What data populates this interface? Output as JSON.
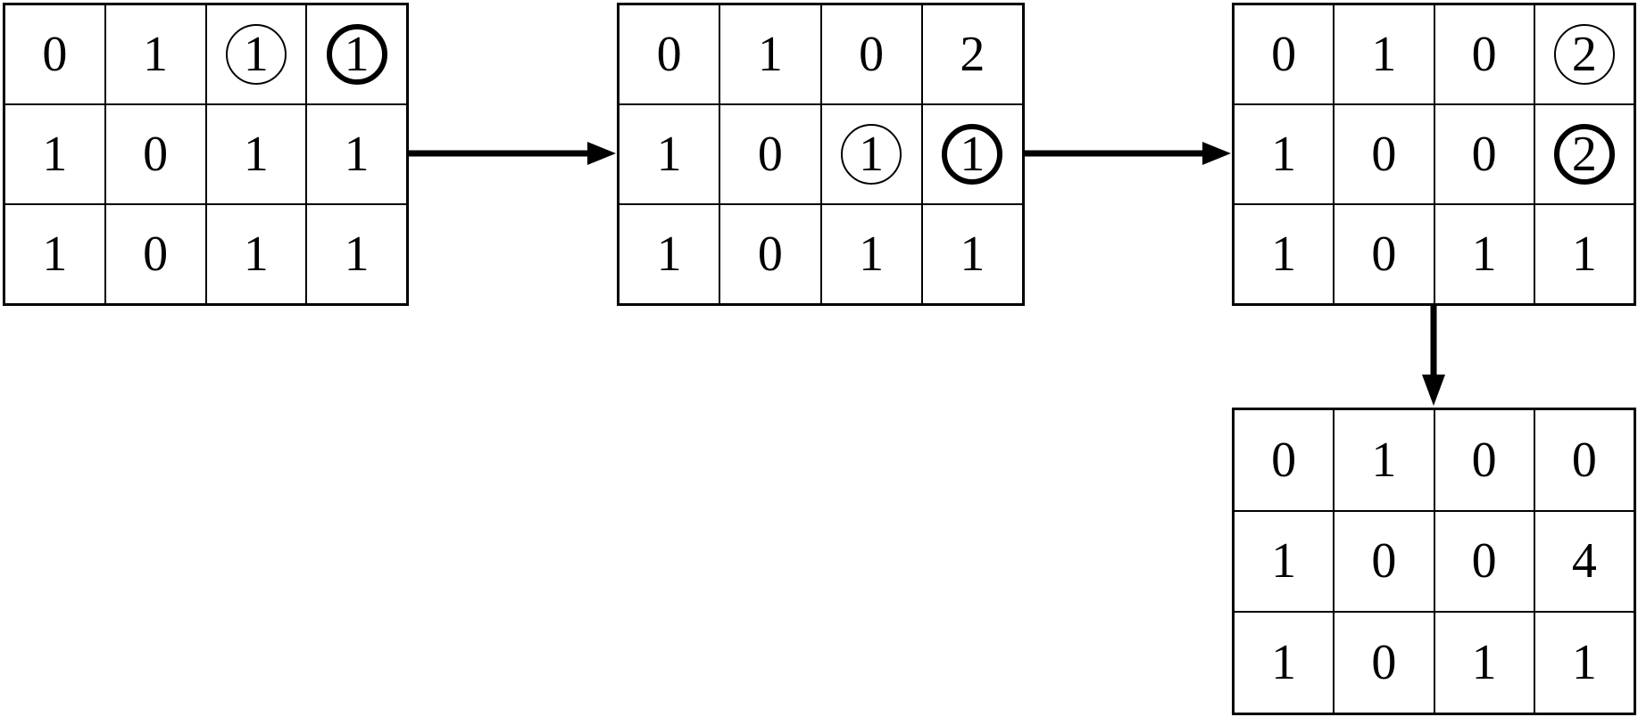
{
  "figure": {
    "description": "Four 4x3 integer matrices showing successive merge steps; circled cells mark the pair being merged (thin circle = source, bold circle = destination).",
    "colors": {
      "background": "#ffffff",
      "line": "#000000",
      "text": "#000000"
    },
    "grids": [
      {
        "name": "matrix-step-1",
        "rows": 3,
        "cols": 4,
        "cells": [
          {
            "v": "0",
            "mark": "plain"
          },
          {
            "v": "1",
            "mark": "plain"
          },
          {
            "v": "1",
            "mark": "circle"
          },
          {
            "v": "1",
            "mark": "circle-bold"
          },
          {
            "v": "1",
            "mark": "plain"
          },
          {
            "v": "0",
            "mark": "plain"
          },
          {
            "v": "1",
            "mark": "plain"
          },
          {
            "v": "1",
            "mark": "plain"
          },
          {
            "v": "1",
            "mark": "plain"
          },
          {
            "v": "0",
            "mark": "plain"
          },
          {
            "v": "1",
            "mark": "plain"
          },
          {
            "v": "1",
            "mark": "plain"
          }
        ]
      },
      {
        "name": "matrix-step-2",
        "rows": 3,
        "cols": 4,
        "cells": [
          {
            "v": "0",
            "mark": "plain"
          },
          {
            "v": "1",
            "mark": "plain"
          },
          {
            "v": "0",
            "mark": "plain"
          },
          {
            "v": "2",
            "mark": "plain"
          },
          {
            "v": "1",
            "mark": "plain"
          },
          {
            "v": "0",
            "mark": "plain"
          },
          {
            "v": "1",
            "mark": "circle"
          },
          {
            "v": "1",
            "mark": "circle-bold"
          },
          {
            "v": "1",
            "mark": "plain"
          },
          {
            "v": "0",
            "mark": "plain"
          },
          {
            "v": "1",
            "mark": "plain"
          },
          {
            "v": "1",
            "mark": "plain"
          }
        ]
      },
      {
        "name": "matrix-step-3",
        "rows": 3,
        "cols": 4,
        "cells": [
          {
            "v": "0",
            "mark": "plain"
          },
          {
            "v": "1",
            "mark": "plain"
          },
          {
            "v": "0",
            "mark": "plain"
          },
          {
            "v": "2",
            "mark": "circle"
          },
          {
            "v": "1",
            "mark": "plain"
          },
          {
            "v": "0",
            "mark": "plain"
          },
          {
            "v": "0",
            "mark": "plain"
          },
          {
            "v": "2",
            "mark": "circle-bold"
          },
          {
            "v": "1",
            "mark": "plain"
          },
          {
            "v": "0",
            "mark": "plain"
          },
          {
            "v": "1",
            "mark": "plain"
          },
          {
            "v": "1",
            "mark": "plain"
          }
        ]
      },
      {
        "name": "matrix-step-4",
        "rows": 3,
        "cols": 4,
        "cells": [
          {
            "v": "0",
            "mark": "plain"
          },
          {
            "v": "1",
            "mark": "plain"
          },
          {
            "v": "0",
            "mark": "plain"
          },
          {
            "v": "0",
            "mark": "plain"
          },
          {
            "v": "1",
            "mark": "plain"
          },
          {
            "v": "0",
            "mark": "plain"
          },
          {
            "v": "0",
            "mark": "plain"
          },
          {
            "v": "4",
            "mark": "plain"
          },
          {
            "v": "1",
            "mark": "plain"
          },
          {
            "v": "0",
            "mark": "plain"
          },
          {
            "v": "1",
            "mark": "plain"
          },
          {
            "v": "1",
            "mark": "plain"
          }
        ]
      }
    ],
    "arrows": [
      {
        "name": "arrow-step1-to-step2",
        "direction": "right"
      },
      {
        "name": "arrow-step2-to-step3",
        "direction": "right"
      },
      {
        "name": "arrow-step3-to-step4",
        "direction": "down"
      }
    ]
  }
}
